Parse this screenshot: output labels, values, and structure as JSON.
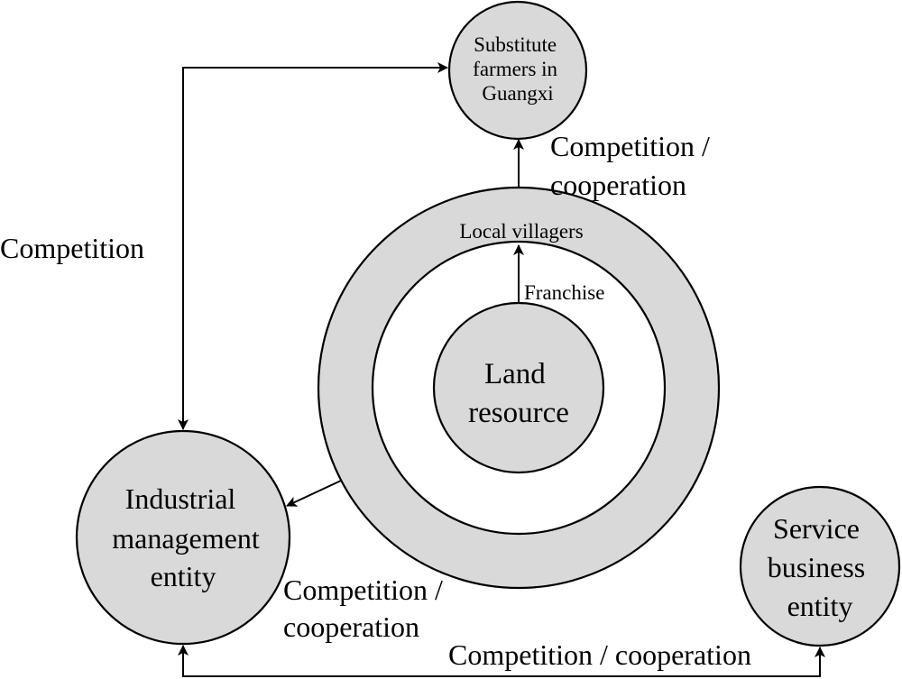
{
  "nodes": {
    "substitute": {
      "lines": [
        "Substitute",
        "farmers in",
        "Guangxi"
      ]
    },
    "land": {
      "lines": [
        "Land",
        "resource"
      ]
    },
    "villagers": {
      "label": "Local villagers"
    },
    "industrial": {
      "lines": [
        "Industrial",
        "management",
        "entity"
      ]
    },
    "service": {
      "lines": [
        "Service",
        "business",
        "entity"
      ]
    }
  },
  "edges": {
    "franchise": "Franchise",
    "competition_left": "Competition",
    "cc_top": [
      "Competition /",
      "cooperation"
    ],
    "cc_mid": [
      "Competition /",
      "cooperation"
    ],
    "cc_bottom": "Competition / cooperation"
  },
  "colors": {
    "node_fill": "#d9d9d9",
    "stroke": "#000000",
    "background": "#ffffff"
  }
}
